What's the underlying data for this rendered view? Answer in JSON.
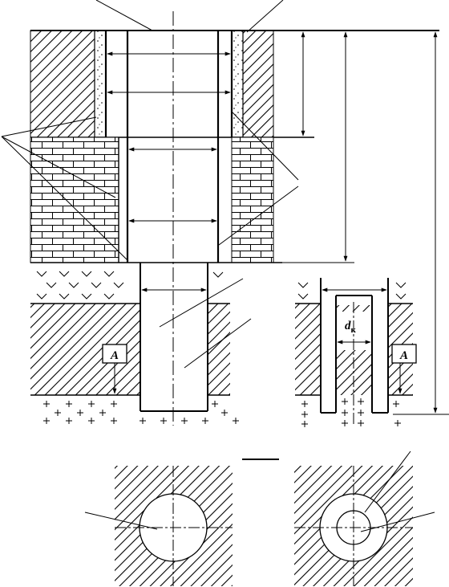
{
  "diagram": {
    "inner_diameter_label": "d",
    "inner_diameter_subscript": "к",
    "section_label_left": "A",
    "section_label_right": "A"
  },
  "colors": {
    "ink": "#000000",
    "paper": "#ffffff"
  }
}
